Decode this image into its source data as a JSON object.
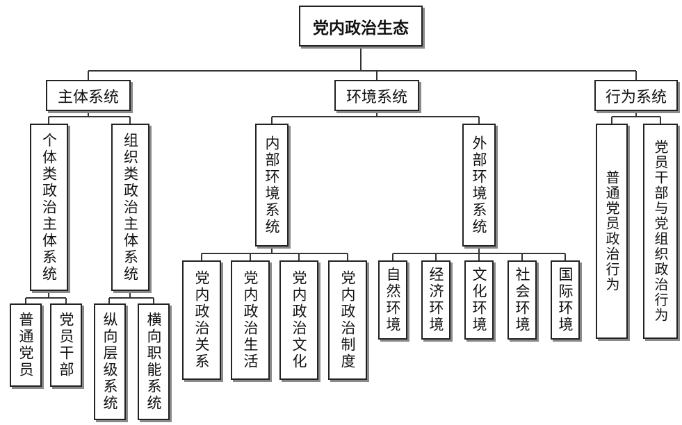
{
  "root": "党内政治生态",
  "level1": {
    "subject": "主体系统",
    "environment": "环境系统",
    "behavior": "行为系统"
  },
  "subject_children": {
    "individual": "个体类政治主体系统",
    "organization": "组织类政治主体系统"
  },
  "individual_children": [
    "普通党员",
    "党员干部"
  ],
  "organization_children": [
    "纵向层级系统",
    "横向职能系统"
  ],
  "environment_children": {
    "internal": "内部环境系统",
    "external": "外部环境系统"
  },
  "internal_children": [
    "党内政治关系",
    "党内政治生活",
    "党内政治文化",
    "党内政治制度"
  ],
  "external_children": [
    "自然环境",
    "经济环境",
    "文化环境",
    "社会环境",
    "国际环境"
  ],
  "behavior_children": [
    "普通党员政治行为",
    "党员干部与党组织政治行为"
  ]
}
